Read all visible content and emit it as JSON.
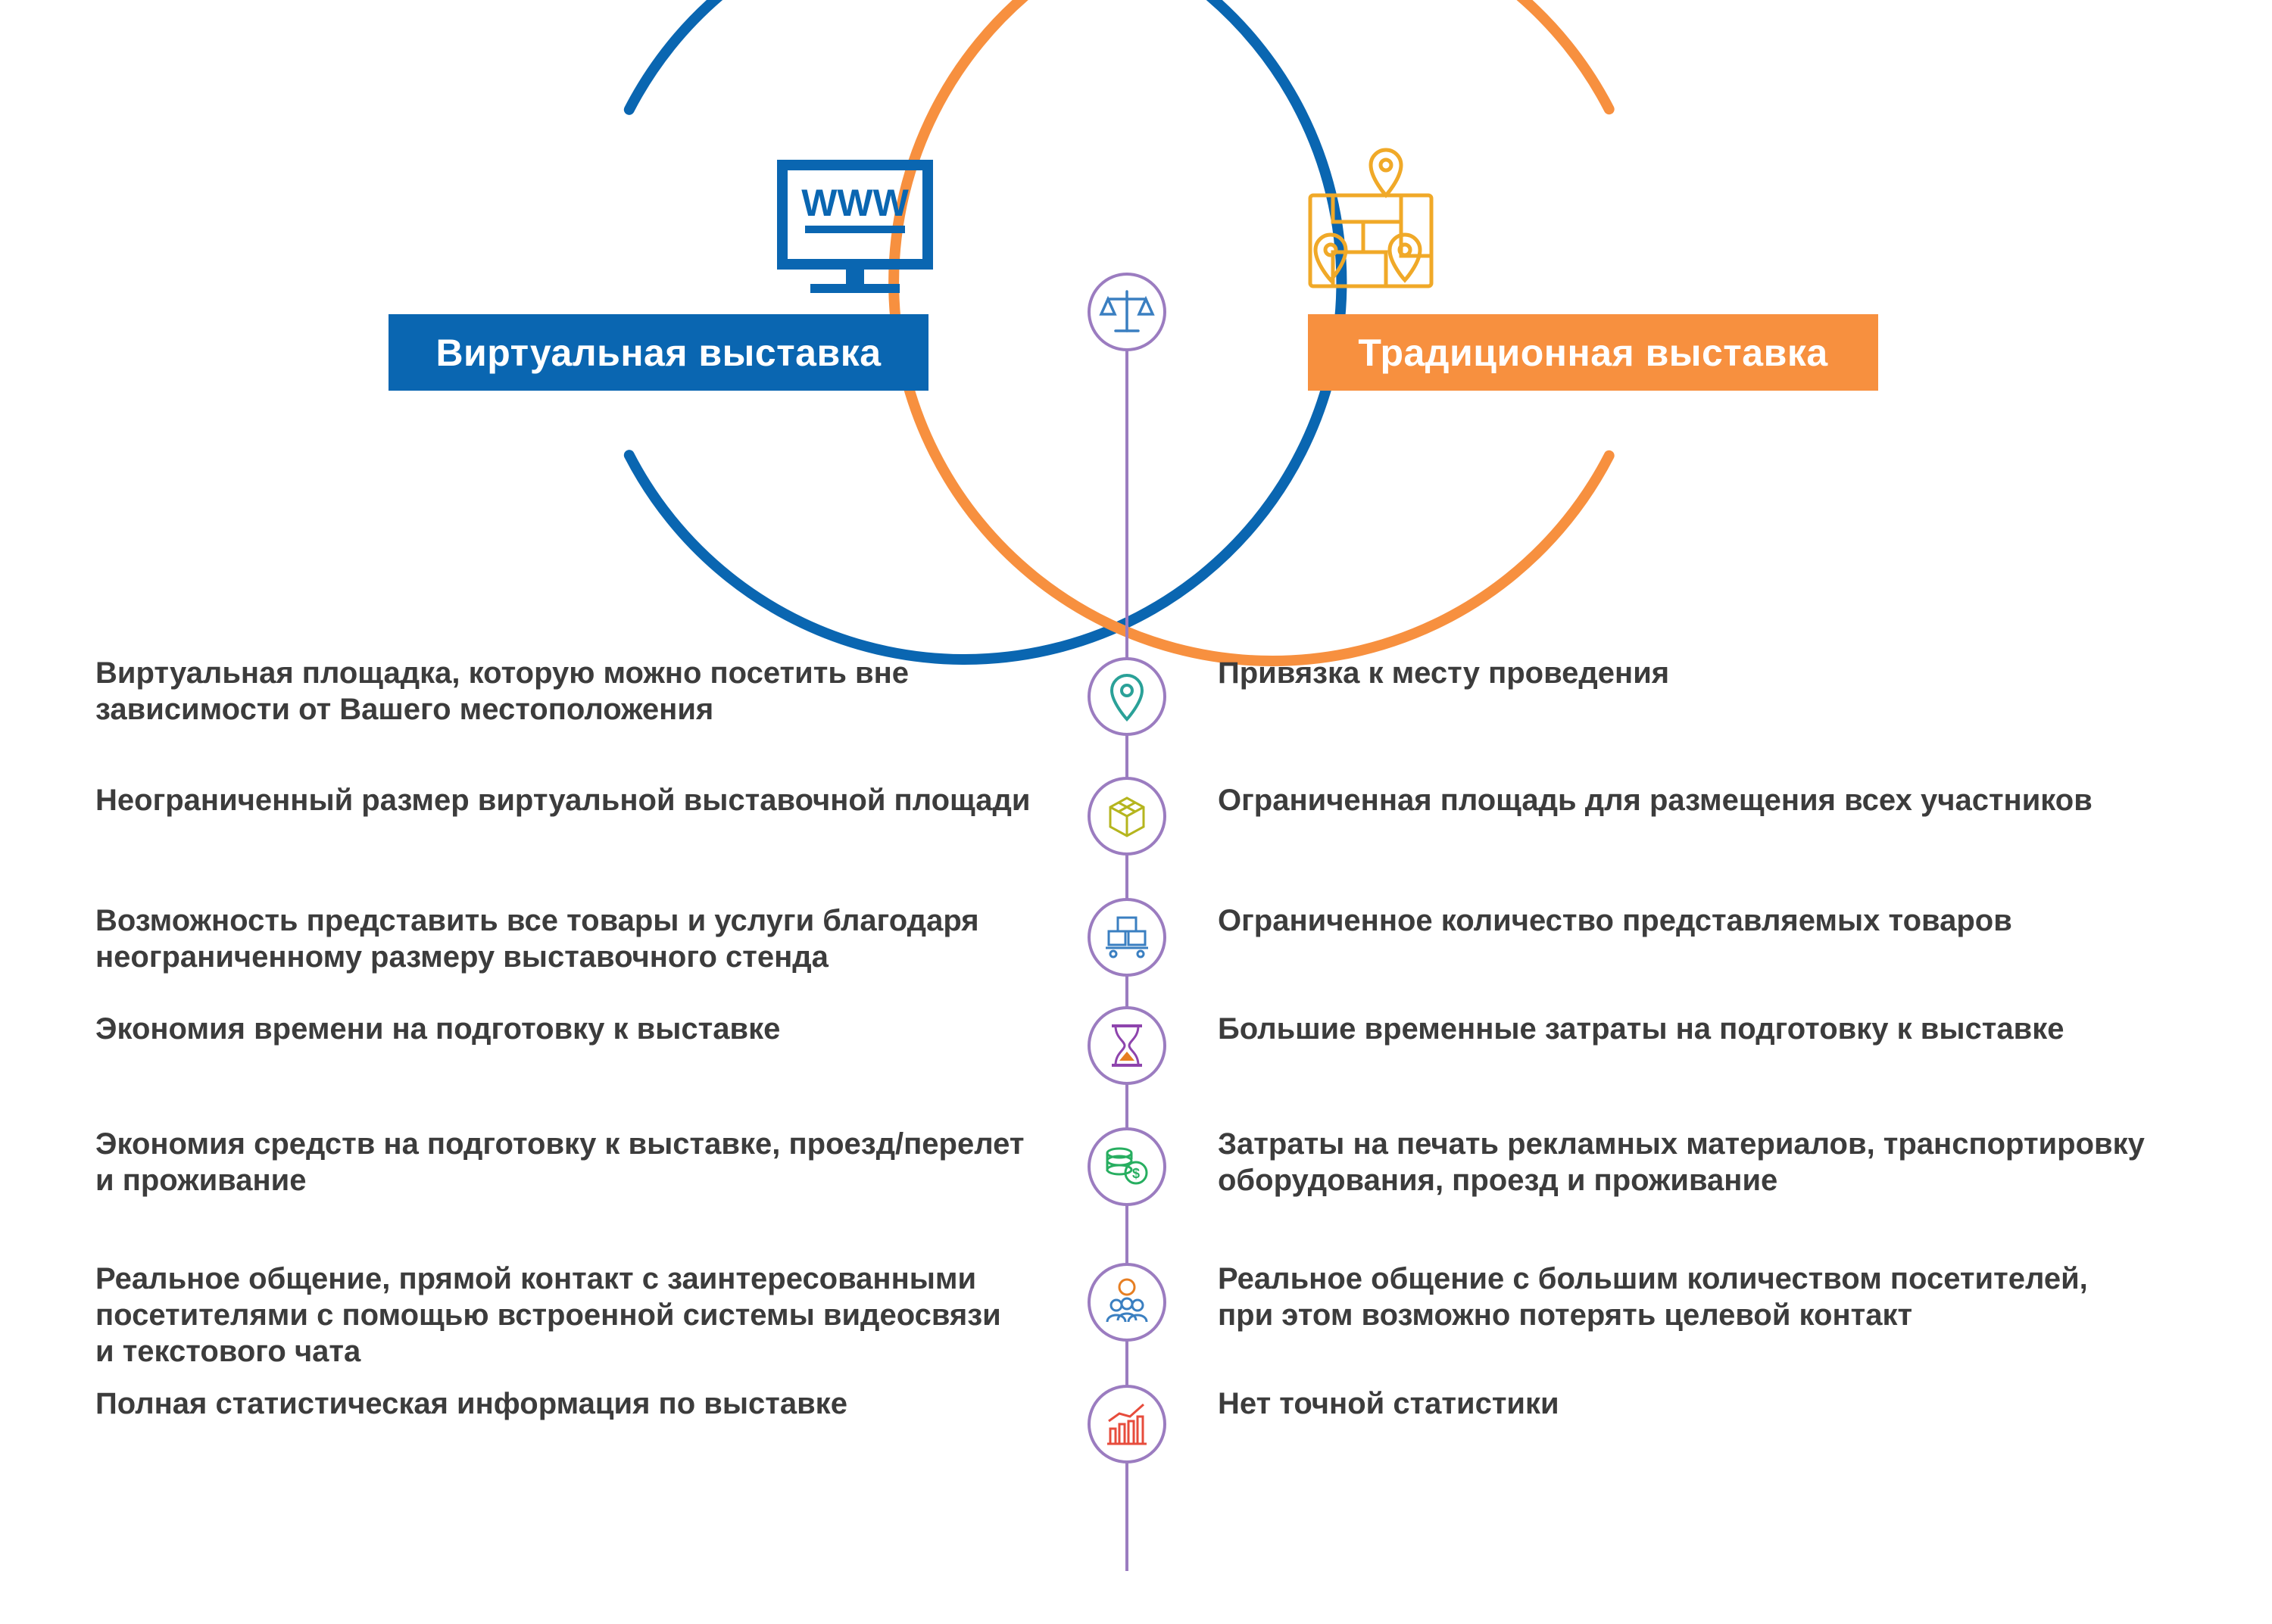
{
  "headers": {
    "virtual_title": "Виртуальная выставка",
    "traditional_title": "Традиционная выставка",
    "virtual_icon": "www-monitor-icon",
    "traditional_icon": "map-pins-icon",
    "virtual_color": "#0a66b1",
    "traditional_color": "#f7903f"
  },
  "timeline": {
    "line_color": "#9b7cc0",
    "top_icon": "scales-icon"
  },
  "rows": [
    {
      "icon": "location-pin-icon",
      "icon_color": "#2aa198",
      "virtual": [
        "Виртуальная площадка, которую можно посетить вне",
        "зависимости от Вашего местоположения"
      ],
      "traditional": [
        "Привязка к месту проведения"
      ]
    },
    {
      "icon": "cube-icon",
      "icon_color": "#b5b51e",
      "virtual": [
        "Неограниченный размер виртуальной выставочной площади"
      ],
      "traditional": [
        "Ограниченная площадь для размещения всех участников"
      ]
    },
    {
      "icon": "boxes-cart-icon",
      "icon_color": "#3a7fc1",
      "virtual": [
        "Возможность представить все товары и услуги благодаря",
        "неограниченному размеру выставочного стенда"
      ],
      "traditional": [
        "Ограниченное количество представляемых товаров"
      ]
    },
    {
      "icon": "hourglass-icon",
      "icon_color": "#8e44ad",
      "virtual": [
        "Экономия времени на подготовку к выставке"
      ],
      "traditional": [
        "Большие временные затраты на подготовку к выставке"
      ]
    },
    {
      "icon": "coins-icon",
      "icon_color": "#27ae60",
      "virtual": [
        "Экономия средств на подготовку к выставке, проезд/перелет",
        "и проживание"
      ],
      "traditional": [
        "Затраты на печать рекламных материалов, транспортировку",
        "оборудования, проезд и проживание"
      ]
    },
    {
      "icon": "people-chat-icon",
      "icon_color": "#3a7fc1",
      "virtual": [
        "Реальное общение, прямой контакт с заинтересованными",
        "посетителями с помощью встроенной системы видеосвязи",
        "и текстового чата"
      ],
      "traditional": [
        "Реальное общение с большим количеством посетителей,",
        "при этом возможно потерять целевой контакт"
      ]
    },
    {
      "icon": "growth-chart-icon",
      "icon_color": "#e74c3c",
      "virtual": [
        "Полная статистическая информация по выставке"
      ],
      "traditional": [
        "Нет точной статистики"
      ]
    }
  ]
}
